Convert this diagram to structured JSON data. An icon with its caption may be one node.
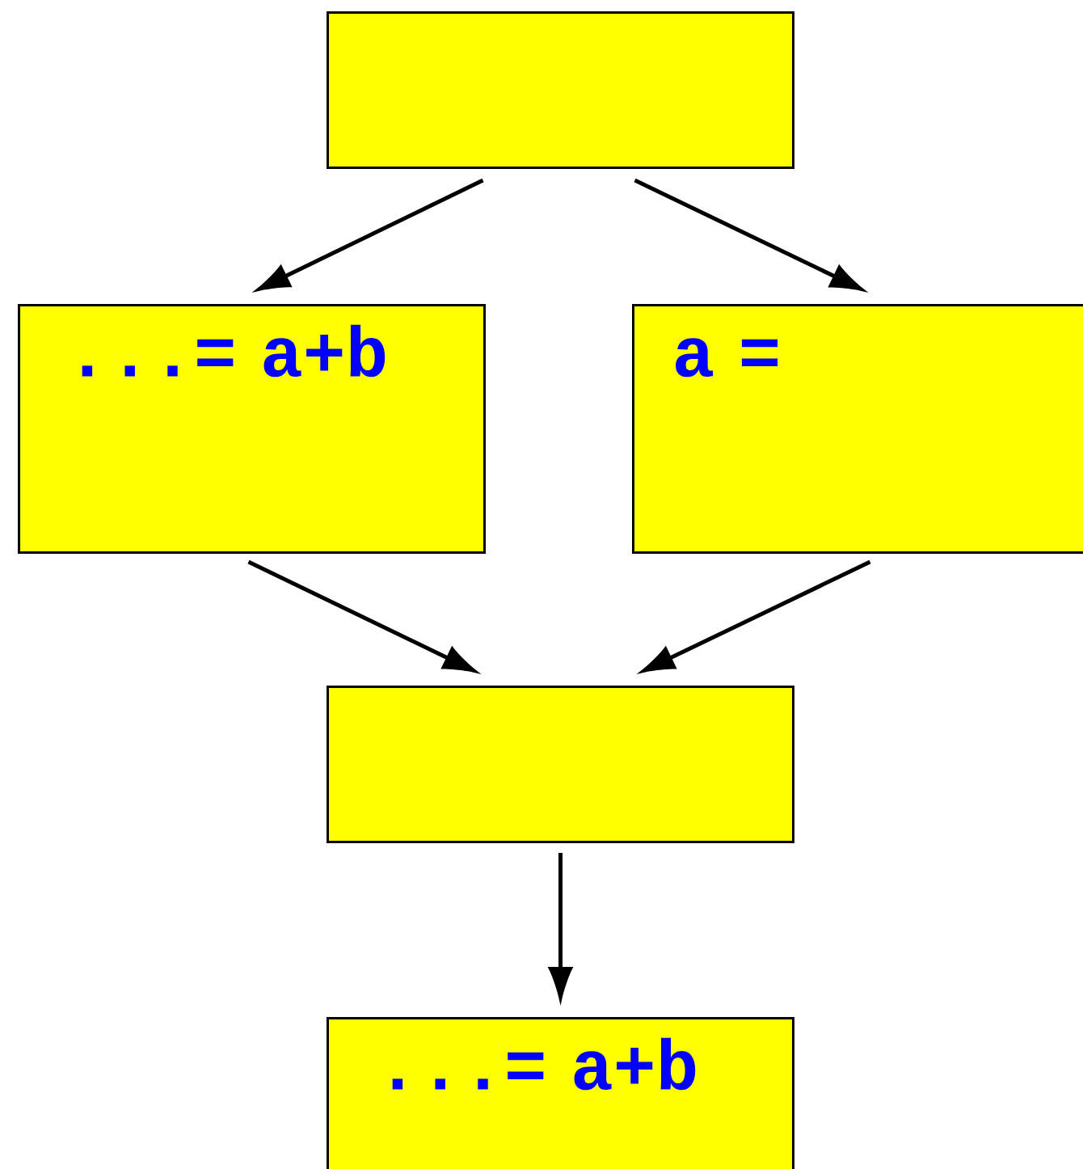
{
  "diagram": {
    "nodes": [
      {
        "text": [],
        "shape": "box"
      },
      {
        "text": [
          "...= a+b"
        ]
      },
      {
        "text": [
          "a ="
        ]
      },
      {
        "text": [],
        "shape": "box"
      },
      {
        "text": [
          "...= a+b"
        ]
      }
    ],
    "edges": [
      {
        "from": 0,
        "to": 1,
        "arrow": "to"
      },
      {
        "from": 0,
        "to": 2,
        "arrow": "to"
      },
      {
        "from": 1,
        "to": 3,
        "arrow": "to"
      },
      {
        "from": 2,
        "to": 3,
        "arrow": "to"
      },
      {
        "from": 3,
        "to": 4,
        "arrow": "to"
      }
    ]
  }
}
